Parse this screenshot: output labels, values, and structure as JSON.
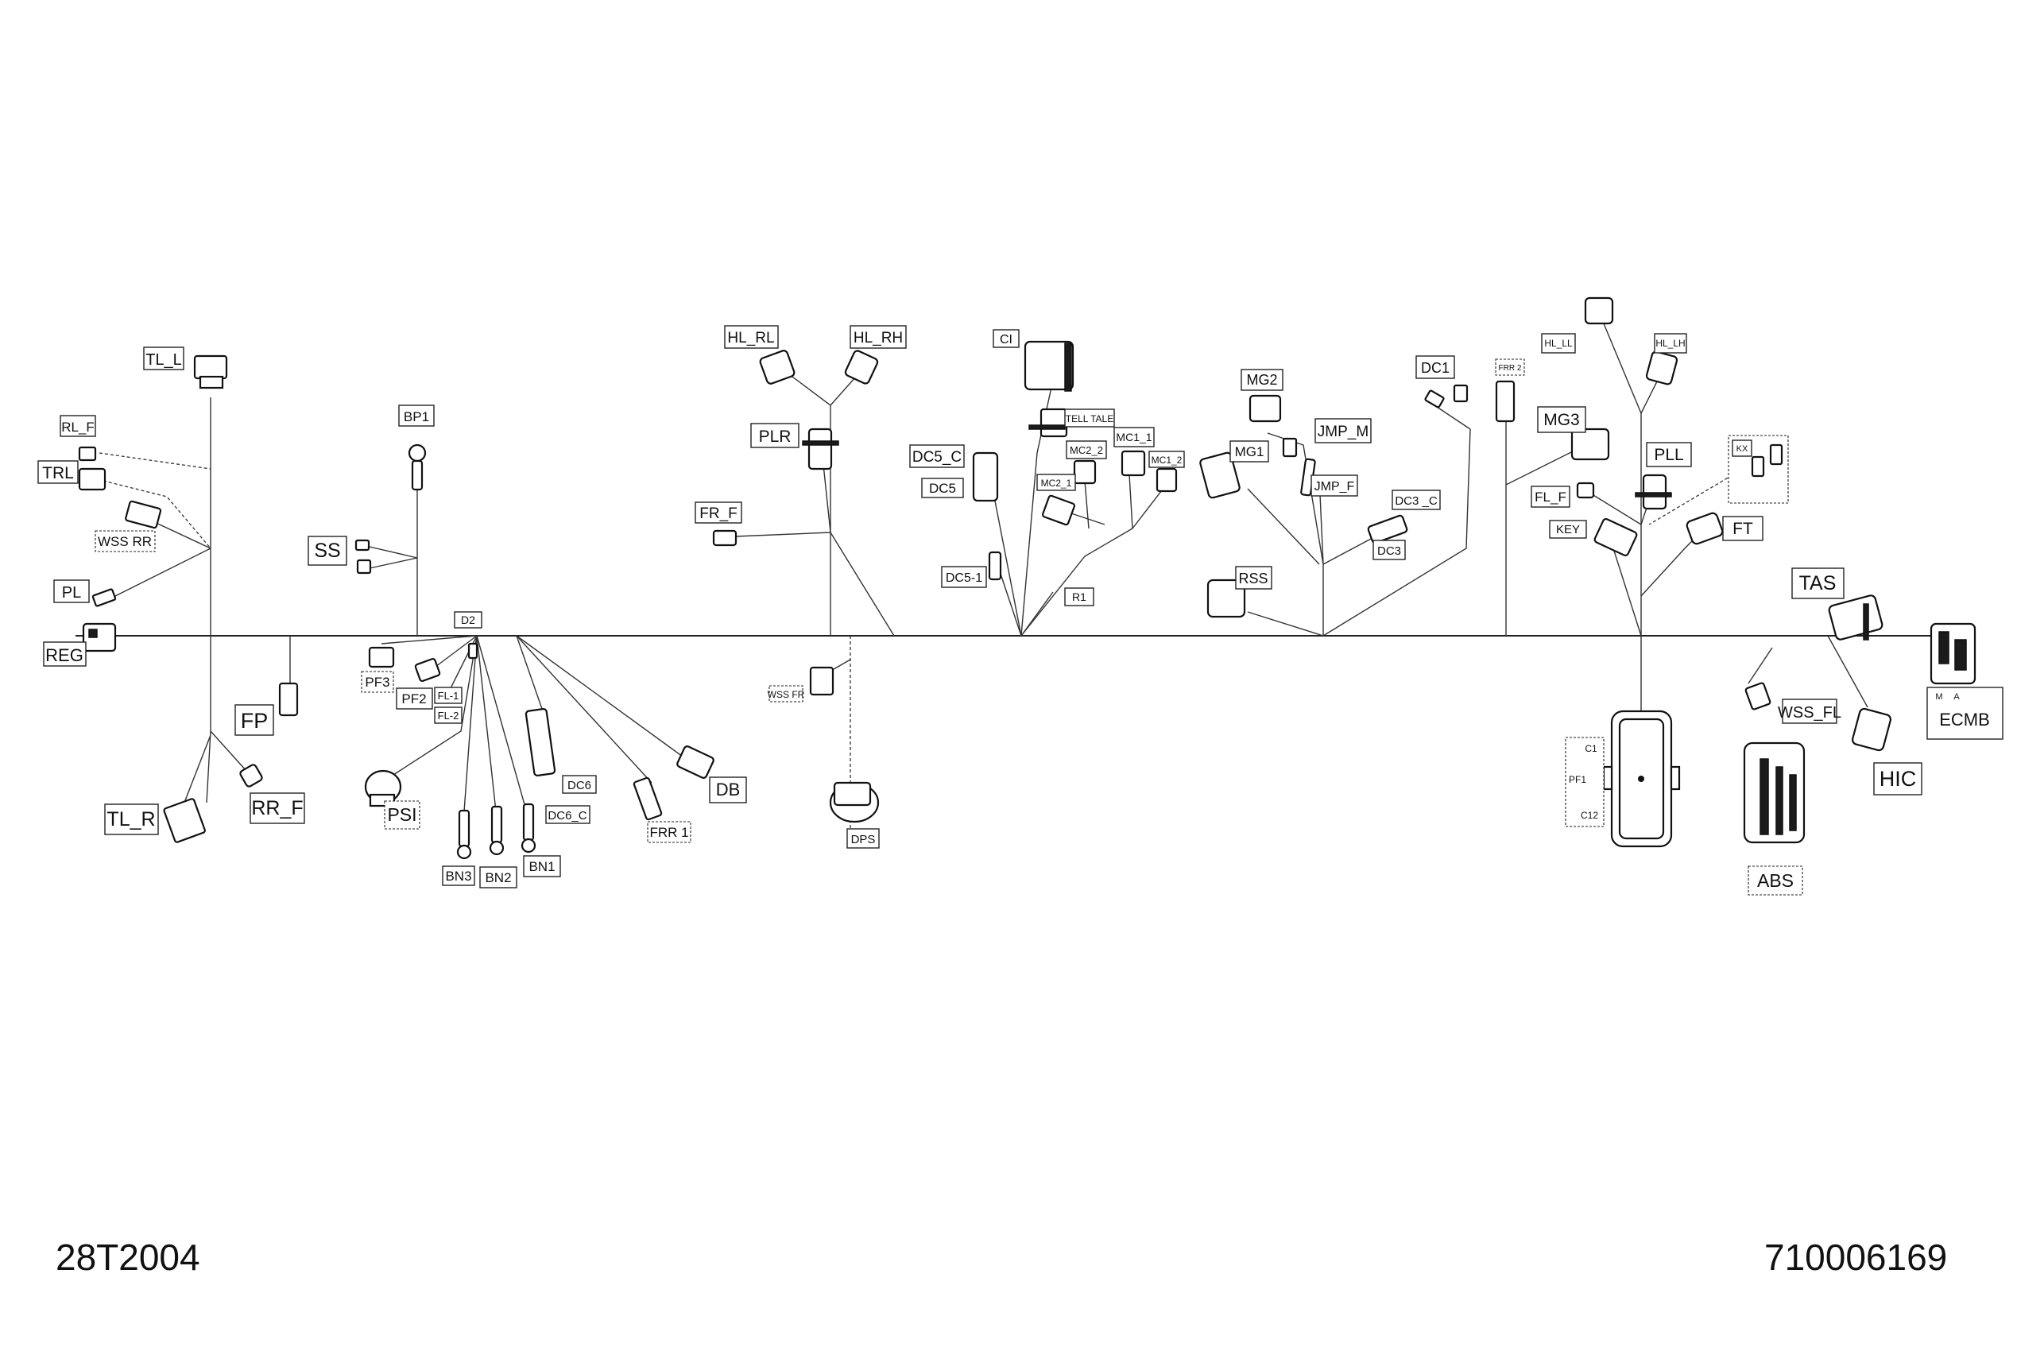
{
  "drawing_codes": {
    "left": "28T2004",
    "right": "710006169"
  },
  "connectors": [
    {
      "id": "TL_L",
      "label": "TL_L"
    },
    {
      "id": "RL_F",
      "label": "RL_F"
    },
    {
      "id": "TRL",
      "label": "TRL"
    },
    {
      "id": "WSS_RR",
      "label": "WSS RR"
    },
    {
      "id": "PL",
      "label": "PL"
    },
    {
      "id": "REG",
      "label": "REG"
    },
    {
      "id": "FP",
      "label": "FP"
    },
    {
      "id": "RR_F",
      "label": "RR_F"
    },
    {
      "id": "TL_R",
      "label": "TL_R"
    },
    {
      "id": "BP1",
      "label": "BP1"
    },
    {
      "id": "SS",
      "label": "SS"
    },
    {
      "id": "D2",
      "label": "D2"
    },
    {
      "id": "PF3",
      "label": "PF3"
    },
    {
      "id": "PF2",
      "label": "PF2"
    },
    {
      "id": "FL1",
      "label": "FL-1"
    },
    {
      "id": "FL2",
      "label": "FL-2"
    },
    {
      "id": "PSI",
      "label": "PSI"
    },
    {
      "id": "BN3",
      "label": "BN3"
    },
    {
      "id": "BN2",
      "label": "BN2"
    },
    {
      "id": "BN1",
      "label": "BN1"
    },
    {
      "id": "DC6",
      "label": "DC6"
    },
    {
      "id": "DC6_C",
      "label": "DC6_C"
    },
    {
      "id": "FRR1",
      "label": "FRR 1"
    },
    {
      "id": "DB",
      "label": "DB"
    },
    {
      "id": "HL_RL",
      "label": "HL_RL"
    },
    {
      "id": "HL_RH",
      "label": "HL_RH"
    },
    {
      "id": "PLR",
      "label": "PLR"
    },
    {
      "id": "FR_F",
      "label": "FR_F"
    },
    {
      "id": "WSS_FR",
      "label": "WSS FR"
    },
    {
      "id": "DPS",
      "label": "DPS"
    },
    {
      "id": "CI",
      "label": "CI"
    },
    {
      "id": "TELLTALE",
      "label": "TELL TALE"
    },
    {
      "id": "DC5_C",
      "label": "DC5_C"
    },
    {
      "id": "DC5",
      "label": "DC5"
    },
    {
      "id": "MC2_2",
      "label": "MC2_2"
    },
    {
      "id": "MC2_1",
      "label": "MC2_1"
    },
    {
      "id": "MC1_1",
      "label": "MC1_1"
    },
    {
      "id": "MC1_2",
      "label": "MC1_2"
    },
    {
      "id": "DC5_1",
      "label": "DC5-1"
    },
    {
      "id": "R1",
      "label": "R1"
    },
    {
      "id": "MG2",
      "label": "MG2"
    },
    {
      "id": "MG1",
      "label": "MG1"
    },
    {
      "id": "JMP_M",
      "label": "JMP_M"
    },
    {
      "id": "JMP_F",
      "label": "JMP_F"
    },
    {
      "id": "DC3_C",
      "label": "DC3 _C"
    },
    {
      "id": "DC3",
      "label": "DC3"
    },
    {
      "id": "RSS",
      "label": "RSS"
    },
    {
      "id": "DC1",
      "label": "DC1"
    },
    {
      "id": "FRR2",
      "label": "FRR 2"
    },
    {
      "id": "HL_LL",
      "label": "HL_LL"
    },
    {
      "id": "HL_LH",
      "label": "HL_LH"
    },
    {
      "id": "MG3",
      "label": "MG3"
    },
    {
      "id": "PLL",
      "label": "PLL"
    },
    {
      "id": "FL_F",
      "label": "FL_F"
    },
    {
      "id": "KEY",
      "label": "KEY"
    },
    {
      "id": "FT",
      "label": "FT"
    },
    {
      "id": "KX",
      "label": "KX"
    },
    {
      "id": "TAS",
      "label": "TAS"
    },
    {
      "id": "ECMB",
      "label": "ECMB"
    },
    {
      "id": "WSS_FL",
      "label": "WSS_FL"
    },
    {
      "id": "HIC",
      "label": "HIC"
    },
    {
      "id": "ABS",
      "label": "ABS"
    }
  ],
  "ecmb_pins": {
    "m": "M",
    "a": "A"
  },
  "fuse_box_labels": {
    "c1": "C1",
    "pf": "PF1",
    "c12": "C12"
  }
}
